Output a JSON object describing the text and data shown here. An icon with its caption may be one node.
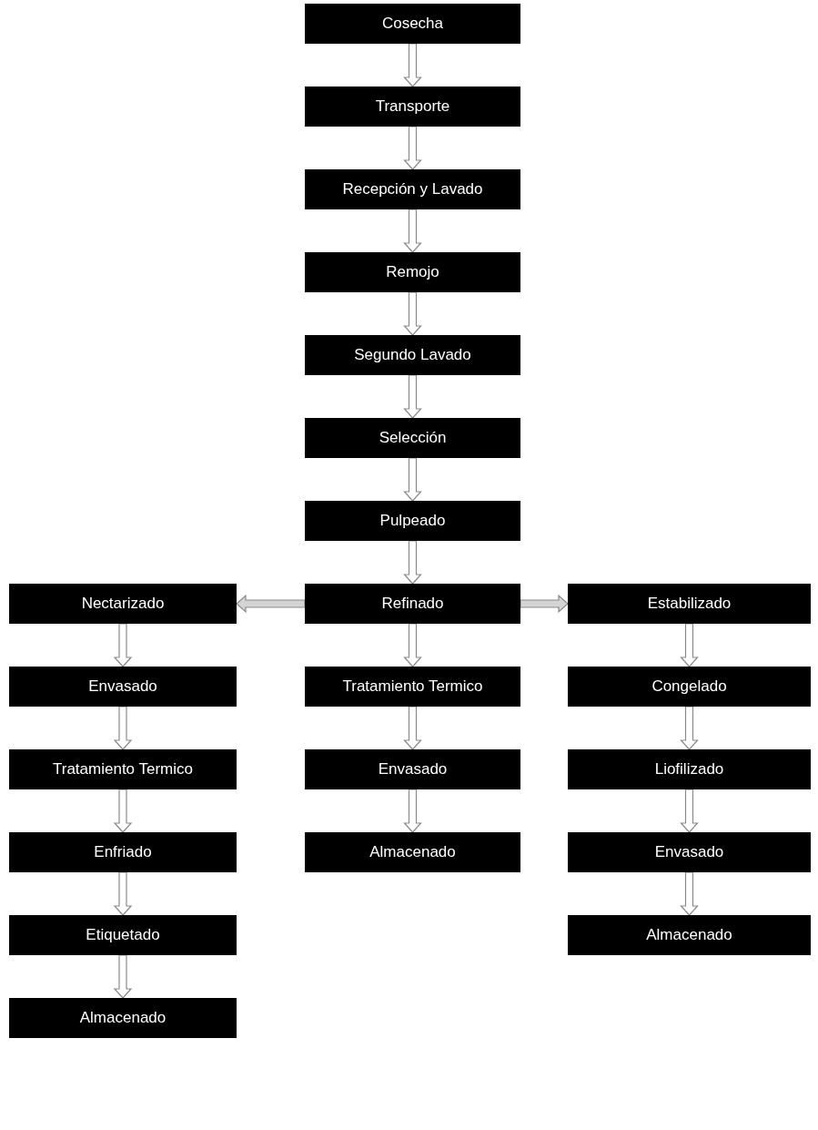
{
  "diagram": {
    "nodes": [
      {
        "text": [
          "Cosecha"
        ]
      },
      {
        "text": [
          "Transporte"
        ]
      },
      {
        "text": [
          "Recepción y Lavado"
        ]
      },
      {
        "text": [
          "Remojo"
        ]
      },
      {
        "text": [
          "Segundo Lavado"
        ]
      },
      {
        "text": [
          "Selección"
        ]
      },
      {
        "text": [
          "Pulpeado"
        ]
      },
      {
        "text": [
          "Refinado"
        ]
      },
      {
        "text": [
          "Tratamiento Termico"
        ]
      },
      {
        "text": [
          "Envasado"
        ]
      },
      {
        "text": [
          "Almacenado"
        ]
      },
      {
        "text": [
          "Nectarizado"
        ]
      },
      {
        "text": [
          "Envasado"
        ]
      },
      {
        "text": [
          "Tratamiento Termico"
        ]
      },
      {
        "text": [
          "Enfriado"
        ]
      },
      {
        "text": [
          "Etiquetado"
        ]
      },
      {
        "text": [
          "Almacenado"
        ]
      },
      {
        "text": [
          "Estabilizado"
        ]
      },
      {
        "text": [
          "Congelado"
        ]
      },
      {
        "text": [
          "Liofilizado"
        ]
      },
      {
        "text": [
          "Envasado"
        ]
      },
      {
        "text": [
          "Almacenado"
        ]
      }
    ],
    "edges": [
      {
        "from": 0,
        "to": 1,
        "arrow": "to"
      },
      {
        "from": 1,
        "to": 2,
        "arrow": "to"
      },
      {
        "from": 2,
        "to": 3,
        "arrow": "to"
      },
      {
        "from": 3,
        "to": 4,
        "arrow": "to"
      },
      {
        "from": 4,
        "to": 5,
        "arrow": "to"
      },
      {
        "from": 5,
        "to": 6,
        "arrow": "to"
      },
      {
        "from": 6,
        "to": 7,
        "arrow": "to"
      },
      {
        "from": 7,
        "to": 8,
        "arrow": "to"
      },
      {
        "from": 8,
        "to": 9,
        "arrow": "to"
      },
      {
        "from": 9,
        "to": 10,
        "arrow": "to"
      },
      {
        "from": 7,
        "to": 11,
        "arrow": "to"
      },
      {
        "from": 11,
        "to": 12,
        "arrow": "to"
      },
      {
        "from": 12,
        "to": 13,
        "arrow": "to"
      },
      {
        "from": 13,
        "to": 14,
        "arrow": "to"
      },
      {
        "from": 14,
        "to": 15,
        "arrow": "to"
      },
      {
        "from": 15,
        "to": 16,
        "arrow": "to"
      },
      {
        "from": 7,
        "to": 17,
        "arrow": "to"
      },
      {
        "from": 17,
        "to": 18,
        "arrow": "to"
      },
      {
        "from": 18,
        "to": 19,
        "arrow": "to"
      },
      {
        "from": 19,
        "to": 20,
        "arrow": "to"
      },
      {
        "from": 20,
        "to": 21,
        "arrow": "to"
      }
    ]
  }
}
